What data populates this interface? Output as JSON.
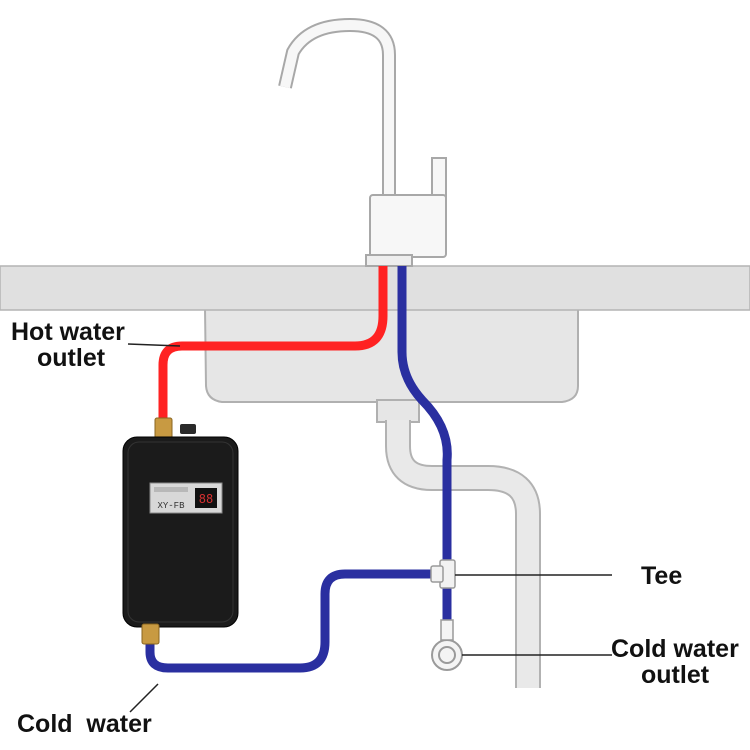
{
  "labels": {
    "hot_water_outlet_line1": "Hot water",
    "hot_water_outlet_line2": "outlet",
    "tee": "Tee",
    "cold_water_outlet_line1": "Cold water",
    "cold_water_outlet_line2": "outlet",
    "cold_water": "Cold  water"
  },
  "heater": {
    "brand_text": "XY-FB",
    "display_reading": "88"
  },
  "colors": {
    "hot_pipe": "#ff2222",
    "cold_pipe": "#2a2fa0",
    "heater_body": "#1b1b1b",
    "brass_fitting": "#c89a42",
    "sink_fill": "#e6e6e6",
    "sink_outline": "#b0b0b0",
    "leader_line": "#222222"
  },
  "icons": {
    "heater": "instant-water-heater-icon",
    "faucet": "kitchen-faucet-icon",
    "tee": "tee-connector-icon",
    "valve": "angle-valve-icon"
  }
}
